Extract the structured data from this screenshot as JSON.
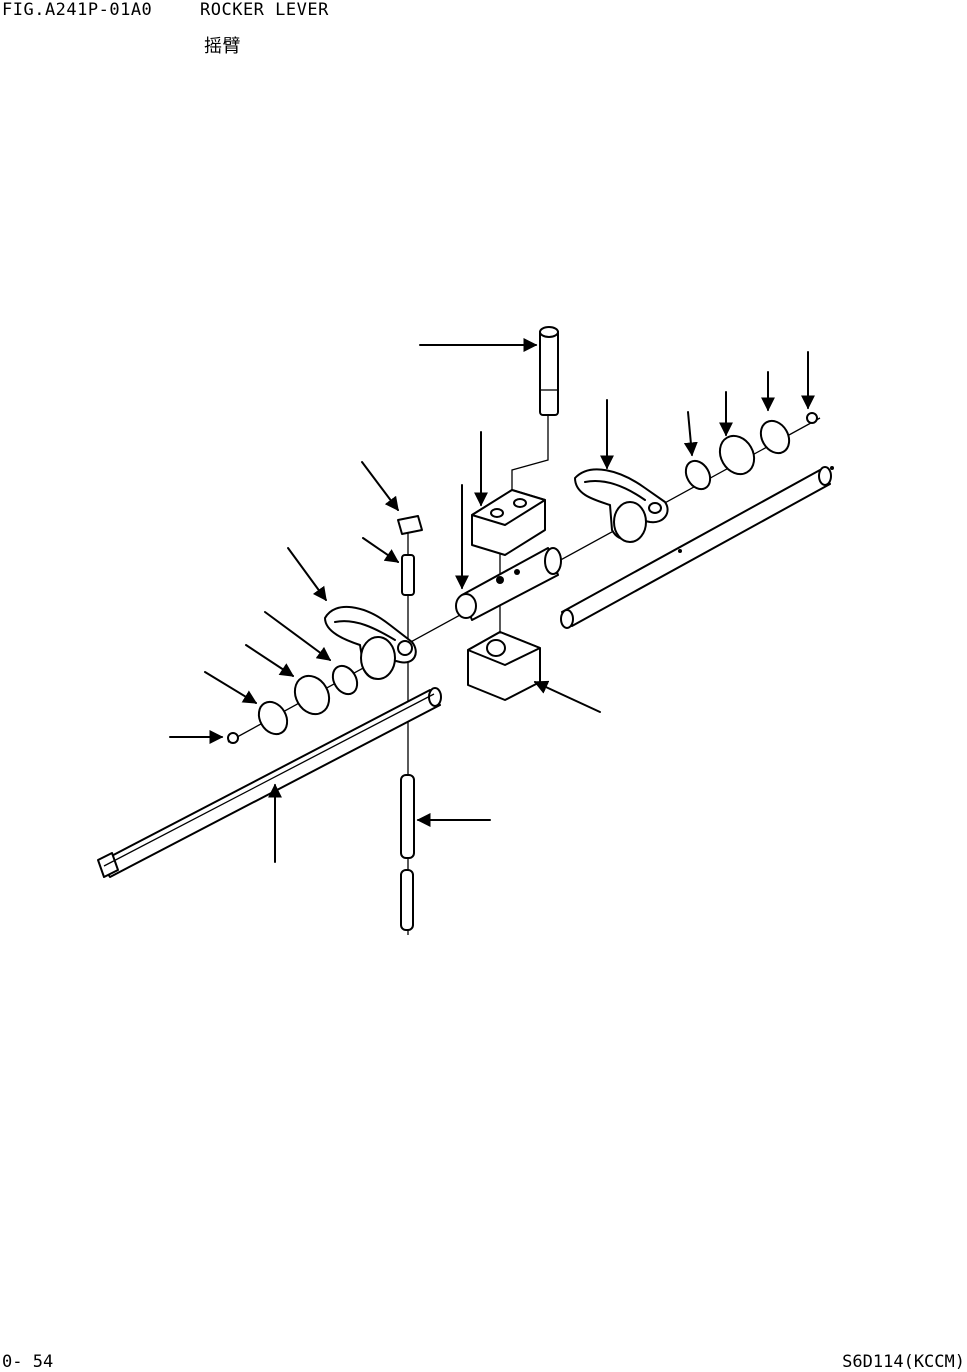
{
  "header": {
    "figure_code": "FIG.A241P-01A0",
    "title": "ROCKER LEVER",
    "subtitle": "摇臂"
  },
  "footer": {
    "page_number": "0- 54",
    "model_code": "S6D114(KCCM)"
  }
}
